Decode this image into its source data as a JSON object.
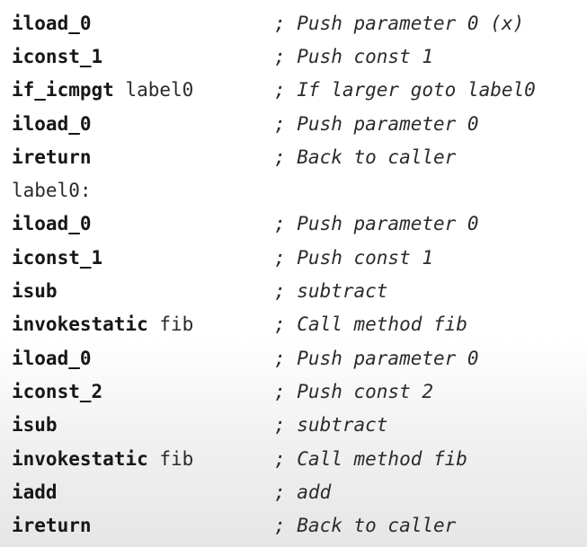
{
  "lines": [
    {
      "op": "iload_0",
      "arg": "",
      "comment": "; Push parameter 0 (x)"
    },
    {
      "op": "iconst_1",
      "arg": "",
      "comment": "; Push const 1"
    },
    {
      "op": "if_icmpgt",
      "arg": " label0",
      "comment": "; If larger goto label0"
    },
    {
      "op": "iload_0",
      "arg": "",
      "comment": "; Push parameter 0"
    },
    {
      "op": "ireturn",
      "arg": "",
      "comment": "; Back to caller"
    },
    {
      "op": "",
      "arg": "label0:",
      "comment": ""
    },
    {
      "op": "iload_0",
      "arg": "",
      "comment": "; Push parameter 0"
    },
    {
      "op": "iconst_1",
      "arg": "",
      "comment": "; Push const 1"
    },
    {
      "op": "isub",
      "arg": "",
      "comment": "; subtract"
    },
    {
      "op": "invokestatic",
      "arg": " fib",
      "comment": "; Call method fib"
    },
    {
      "op": "iload_0",
      "arg": "",
      "comment": "; Push parameter 0"
    },
    {
      "op": "iconst_2",
      "arg": "",
      "comment": "; Push const 2"
    },
    {
      "op": "isub",
      "arg": "",
      "comment": "; subtract"
    },
    {
      "op": "invokestatic",
      "arg": " fib",
      "comment": "; Call method fib"
    },
    {
      "op": "iadd",
      "arg": "",
      "comment": "; add"
    },
    {
      "op": "ireturn",
      "arg": "",
      "comment": "; Back to caller"
    }
  ]
}
